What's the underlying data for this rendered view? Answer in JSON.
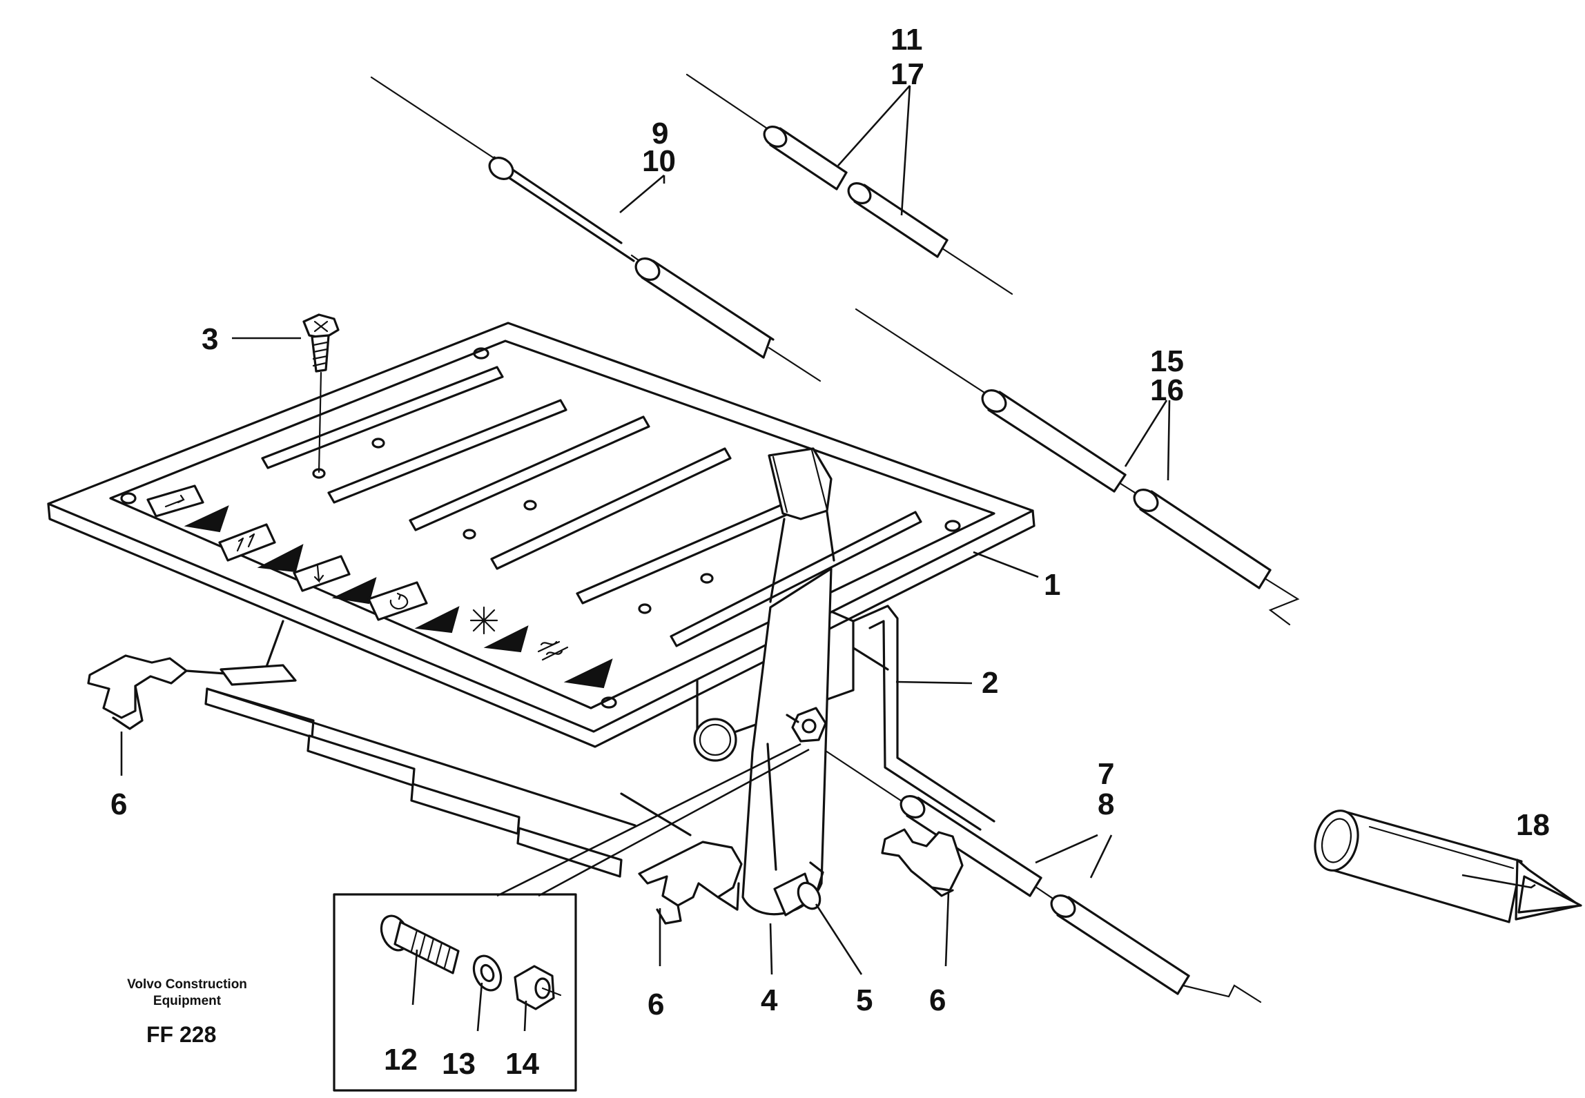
{
  "diagram": {
    "brand_line1": "Volvo Construction",
    "brand_line2": "Equipment",
    "drawing_code": "FF 228",
    "callouts": {
      "c1": "1",
      "c2": "2",
      "c3": "3",
      "c4": "4",
      "c5": "5",
      "c6a": "6",
      "c6b": "6",
      "c6c": "6",
      "c7": "7",
      "c8": "8",
      "c9": "9",
      "c10": "10",
      "c11": "11",
      "c12": "12",
      "c13": "13",
      "c14": "14",
      "c15": "15",
      "c16": "16",
      "c17": "17",
      "c18": "18"
    }
  }
}
